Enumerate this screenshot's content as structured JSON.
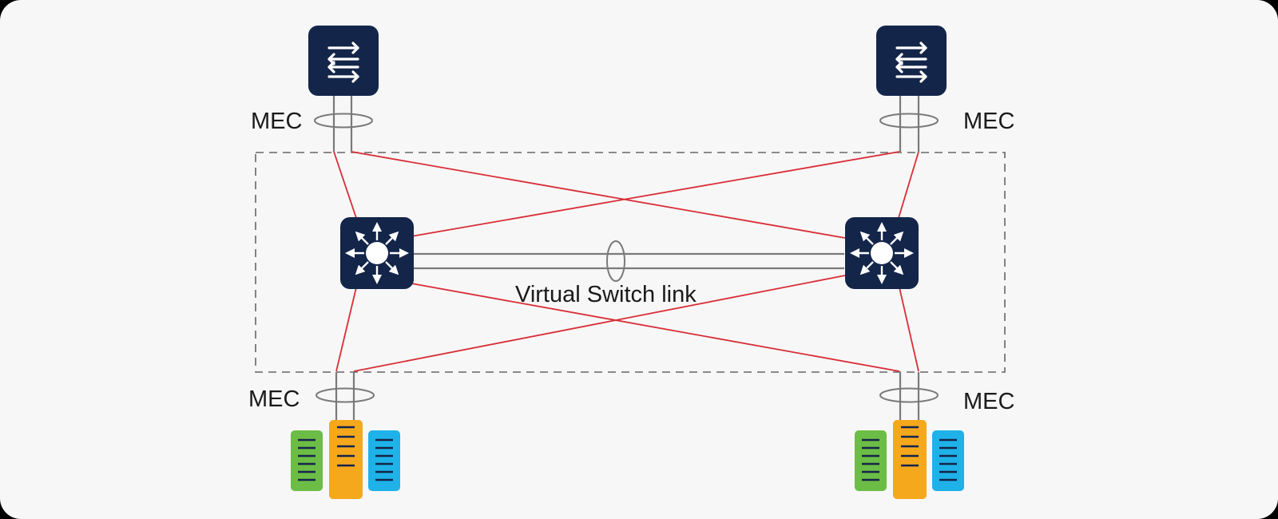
{
  "labels": {
    "mec_top_left": "MEC",
    "mec_top_right": "MEC",
    "mec_bottom_left": "MEC",
    "mec_bottom_right": "MEC",
    "vsl": "Virtual Switch link"
  },
  "nodes": {
    "top_left": "access-switch-icon",
    "top_right": "access-switch-icon",
    "core_left": "layer3-switch-icon",
    "core_right": "layer3-switch-icon",
    "servers_left": "server-stack-icon",
    "servers_right": "server-stack-icon"
  },
  "colors": {
    "background": "#f7f7f8",
    "device": "#14254a",
    "link_red": "#d92d35",
    "link_gray": "#7a7a7a",
    "dashed_box": "#666666",
    "server_green": "#6cbd45",
    "server_orange": "#f5a81c",
    "server_blue": "#1fb2e8",
    "server_lines": "#14254a"
  }
}
